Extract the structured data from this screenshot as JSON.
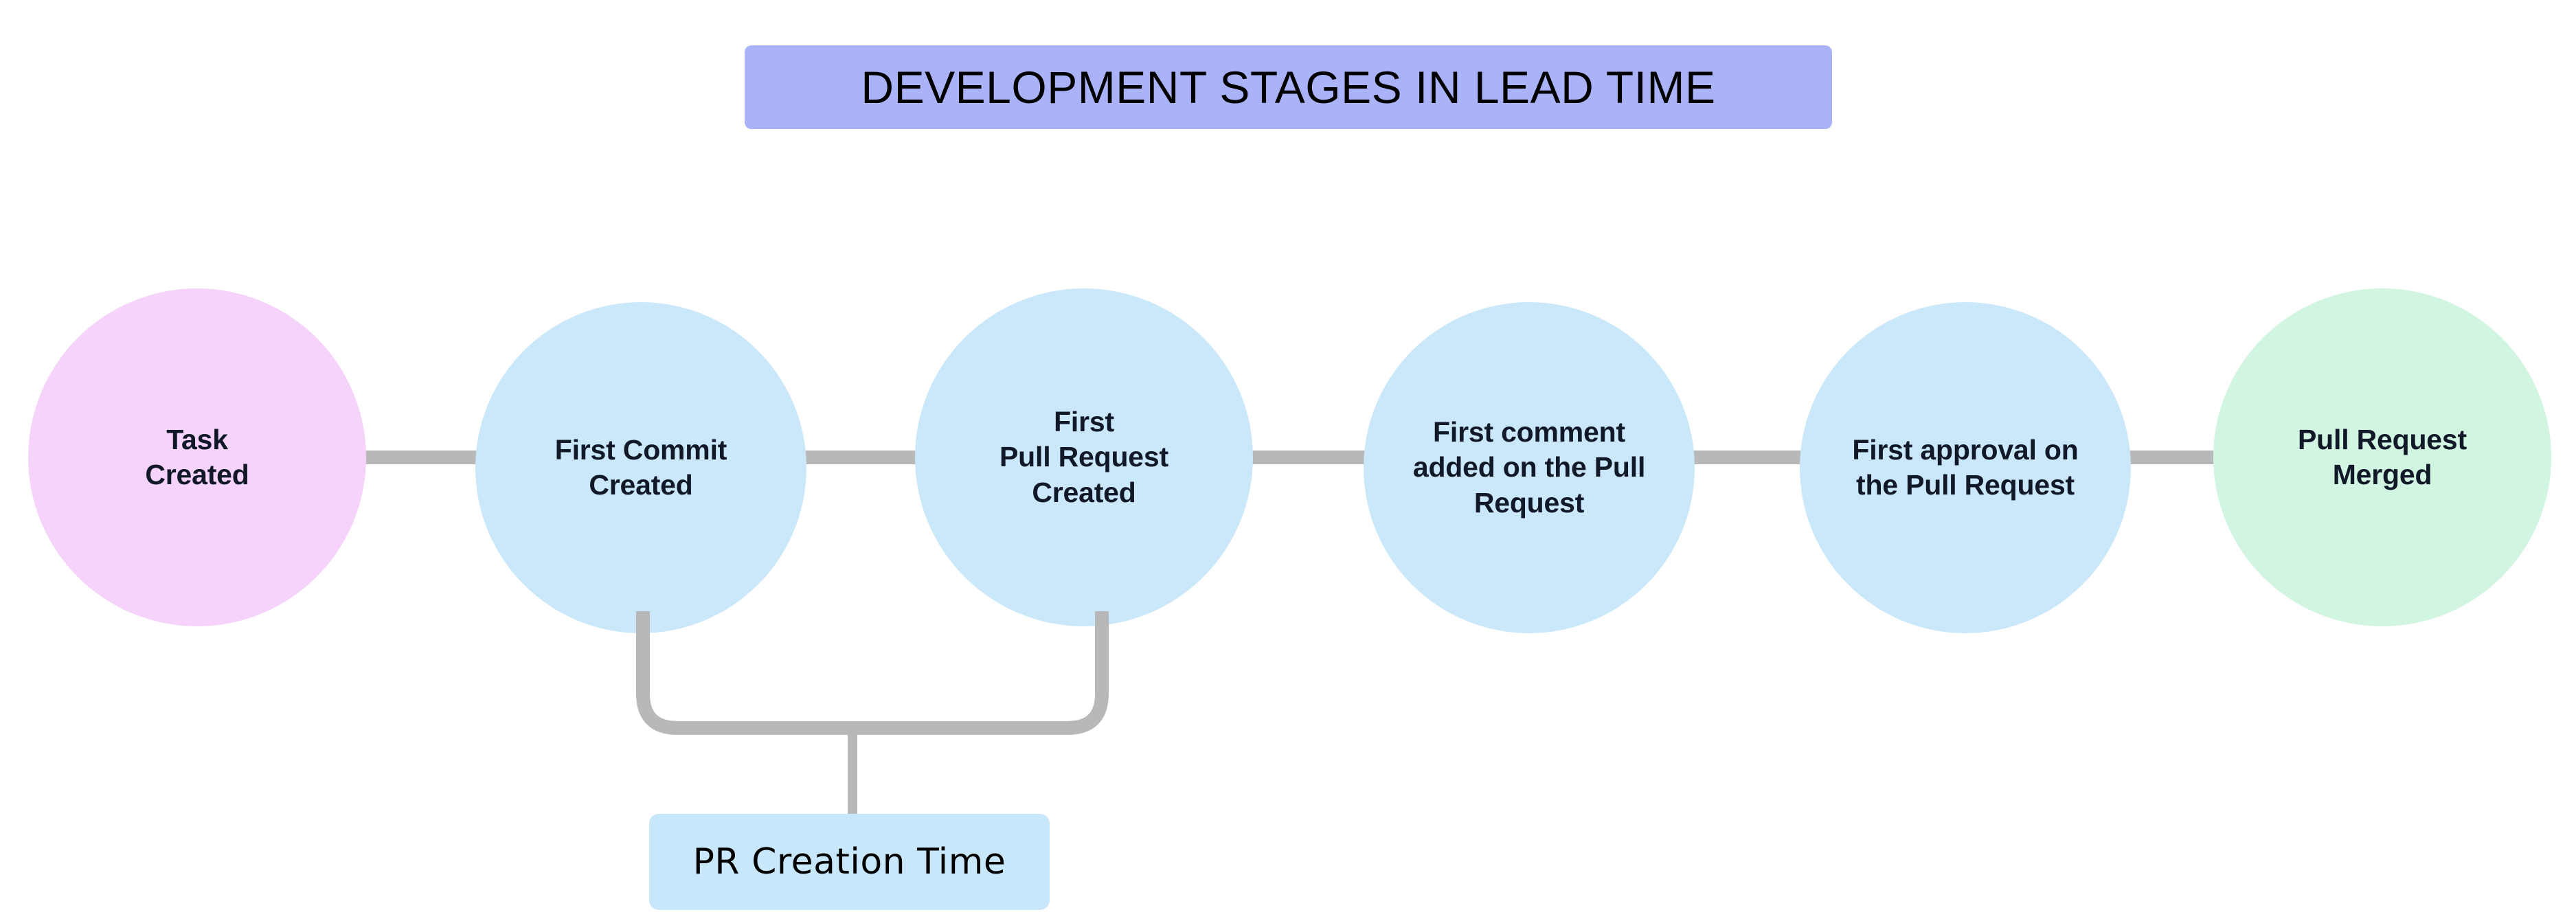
{
  "title": {
    "text": "DEVELOPMENT STAGES IN LEAD TIME",
    "background_color": "#aab2f8",
    "text_color": "#000000"
  },
  "colors": {
    "canvas": "#ffffff",
    "connector": "#b8b8b8",
    "node_pink": "#f5d3fb",
    "node_blue": "#cbe8fb",
    "node_green": "#d1f5e0",
    "label_box": "#c8e7fa",
    "node_text": "#111827"
  },
  "nodes": [
    {
      "id": "task-created",
      "label": "Task\nCreated",
      "color": "#f5d3fb",
      "shape": "circle"
    },
    {
      "id": "first-commit",
      "label": "First Commit\nCreated",
      "color": "#cbe8fb",
      "shape": "circle"
    },
    {
      "id": "first-pr",
      "label": "First\nPull Request\nCreated",
      "color": "#cbe8fb",
      "shape": "circle"
    },
    {
      "id": "first-comment",
      "label": "First comment\nadded on the Pull\nRequest",
      "color": "#cbe8fb",
      "shape": "circle"
    },
    {
      "id": "first-approval",
      "label": "First approval on\nthe Pull Request",
      "color": "#cbe8fb",
      "shape": "circle"
    },
    {
      "id": "pr-merged",
      "label": "Pull Request\nMerged",
      "color": "#d1f5e0",
      "shape": "circle"
    }
  ],
  "connectors": [
    {
      "from": "task-created",
      "to": "first-commit",
      "style": "straight"
    },
    {
      "from": "first-commit",
      "to": "first-pr",
      "style": "straight"
    },
    {
      "from": "first-pr",
      "to": "first-comment",
      "style": "straight"
    },
    {
      "from": "first-comment",
      "to": "first-approval",
      "style": "straight"
    },
    {
      "from": "first-approval",
      "to": "pr-merged",
      "style": "straight"
    }
  ],
  "annotations": [
    {
      "id": "pr-creation-time",
      "label": "PR Creation Time",
      "spans_from": "first-commit",
      "spans_to": "first-pr",
      "background_color": "#c8e7fa",
      "text_color": "#000000"
    }
  ]
}
